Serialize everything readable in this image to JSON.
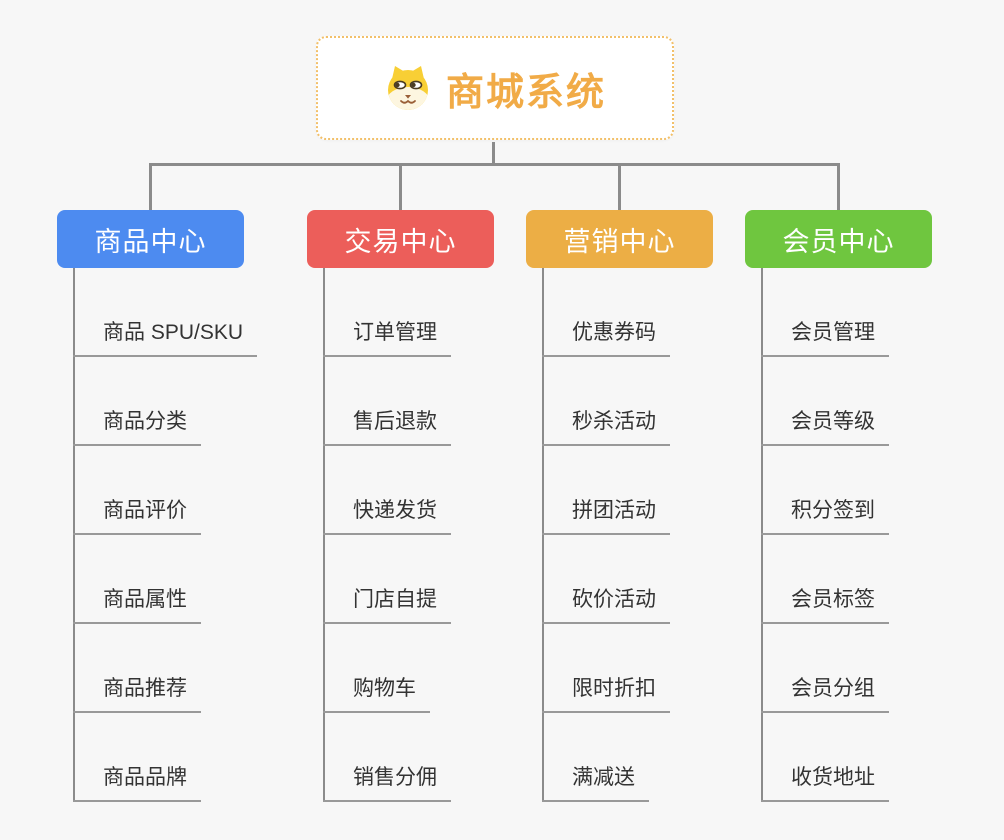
{
  "root": {
    "title": "商城系统",
    "icon": "shiba-dog-icon"
  },
  "branches": [
    {
      "label": "商品中心",
      "color": "#4d8bf0",
      "items": [
        "商品 SPU/SKU",
        "商品分类",
        "商品评价",
        "商品属性",
        "商品推荐",
        "商品品牌"
      ]
    },
    {
      "label": "交易中心",
      "color": "#ec5e5a",
      "items": [
        "订单管理",
        "售后退款",
        "快递发货",
        "门店自提",
        "购物车",
        "销售分佣"
      ]
    },
    {
      "label": "营销中心",
      "color": "#ecae45",
      "items": [
        "优惠券码",
        "秒杀活动",
        "拼团活动",
        "砍价活动",
        "限时折扣",
        "满减送"
      ]
    },
    {
      "label": "会员中心",
      "color": "#6fc63f",
      "items": [
        "会员管理",
        "会员等级",
        "积分签到",
        "会员标签",
        "会员分组",
        "收货地址"
      ]
    }
  ],
  "colors": {
    "background": "#f7f7f7",
    "root_title": "#f1ab47",
    "root_border": "#f2c06a",
    "connector": "#8b8b8b",
    "leaf_underline": "#999999",
    "leaf_text": "#333333"
  }
}
